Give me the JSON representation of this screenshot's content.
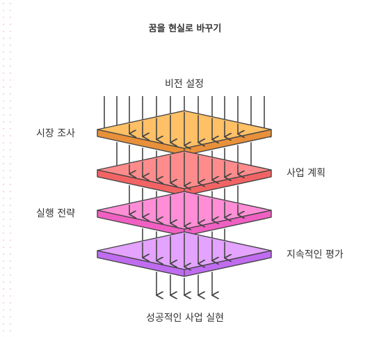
{
  "title": "꿈을 현실로 바꾸기",
  "labels": {
    "vision": "비전 설정",
    "market_research": "시장 조사",
    "business_plan": "사업 계획",
    "execution_strategy": "실행 전략",
    "continuous_evaluation": "지속적인 평가",
    "success": "성공적인 사업 실현"
  },
  "layers": [
    {
      "name": "market-research",
      "top": "#ffc066",
      "side": "#e8903a",
      "colors_note": "orange"
    },
    {
      "name": "business-plan",
      "top": "#ff8c8c",
      "side": "#f26464",
      "colors_note": "red"
    },
    {
      "name": "execution-strategy",
      "top": "#ff8ed6",
      "side": "#f060c2",
      "colors_note": "pink"
    },
    {
      "name": "continuous-evaluation",
      "top": "#e3a3ff",
      "side": "#c06cf0",
      "colors_note": "purple"
    }
  ],
  "style": {
    "stroke": "#444444"
  }
}
